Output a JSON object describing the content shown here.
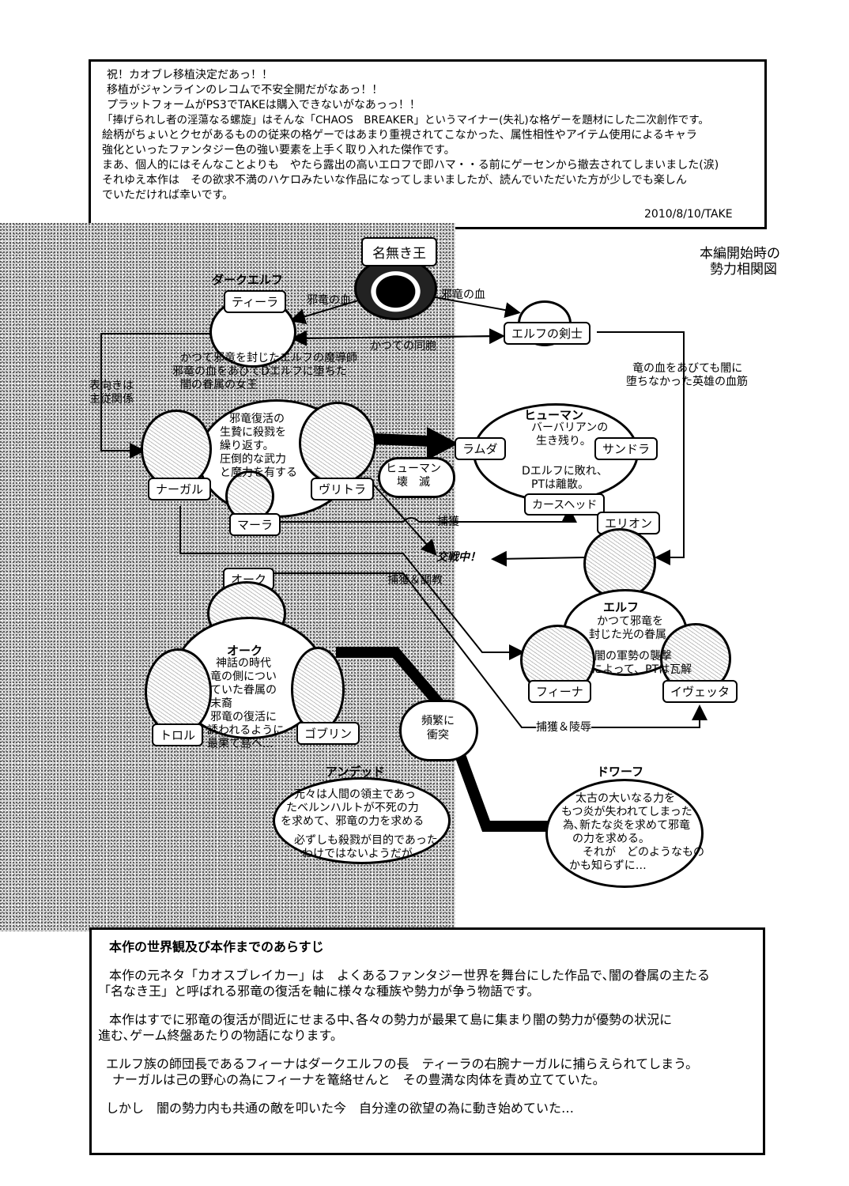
{
  "intro": {
    "lines": [
      "祝！カオブレ移植決定だあっ！！",
      "移植がジャンラインのレコムで不安全開だがなあっ！！",
      "プラットフォームがPS3でTAKEは購入できないがなあっっ！！",
      "「捧げられし者の淫蕩なる螺旋」はそんな「CHAOS　BREAKER」というマイナー(失礼)な格ゲーを題材にした二次創作です。",
      "絵柄がちょいとクセがあるものの従来の格ゲーではあまり重視されてこなかった、属性相性やアイテム使用によるキャラ",
      "強化といったファンタジー色の強い要素を上手く取り入れた傑作です。",
      "まあ、個人的にはそんなことよりも　やたら露出の高いエロフで即ハマ・・る前にゲーセンから撤去されてしまいました(涙)",
      "それゆえ本作は　その欲求不満のハケロみたいな作品になってしまいましたが、読んでいただいた方が少しでも楽しん",
      "でいただければ幸いです。"
    ],
    "signature": "2010/8/10/TAKE"
  },
  "diagram": {
    "title_line1": "本編開始時の",
    "title_line2": "勢力相関図",
    "king": {
      "name": "名無き王"
    },
    "dark_elf": {
      "heading": "ダークエルフ",
      "tiira": "ティーラ",
      "desc1": "かつて邪竜を封じたエルフの魔導師",
      "desc2": "邪竜の血をあびてDエルフに堕ちた",
      "desc3": "闇の眷属の女王"
    },
    "blood_left": "邪竜の血",
    "blood_right": "邪竜の血",
    "elf_swordsman": "エルフの剣士",
    "former_comrade": "かつての同胞",
    "nominal": {
      "line1": "表向きは",
      "line2": "主従関係"
    },
    "hero_blood": {
      "line1": "竜の血をあびても闇に",
      "line2": "堕ちなかった英雄の血筋"
    },
    "dragon_faction": {
      "desc1": "邪竜復活の",
      "desc2": "生贄に殺戮を",
      "desc3": "繰り返す。",
      "desc4": "圧倒的な武力",
      "desc5": "と魔力を有する",
      "naagaru": "ナーガル",
      "vritra": "ヴリトラ",
      "maara": "マーラ"
    },
    "human": {
      "heading": "ヒューマン",
      "desc1": "バーバリアンの",
      "desc2": "生き残り。",
      "ramuda": "ラムダ",
      "sandora": "サンドラ",
      "desc3": "Dエルフに敗れ、",
      "desc4": "PTは離散。",
      "curse": "カースヘッド"
    },
    "human_destroy": {
      "line1": "ヒューマン",
      "line2": "壊　滅"
    },
    "capture": "捕獲",
    "in_battle": "交戦中！",
    "capture_train": "捕獲＆調教",
    "capture_violate": "捕獲＆陵辱",
    "elf": {
      "elion": "エリオン",
      "heading": "エルフ",
      "desc1": "かつて邪竜を",
      "desc2": "封じた光の眷属",
      "desc3": "闇の軍勢の襲撃",
      "desc4": "によって、PTは瓦解",
      "fiina": "フィーナ",
      "ivetta": "イヴェッタ"
    },
    "orc": {
      "label": "オーク",
      "heading": "オーク",
      "desc1": "神話の時代",
      "desc2": "竜の側につい",
      "desc3": "ていた眷属の",
      "desc4": "末裔",
      "desc5": "邪竜の復活に",
      "desc6": "誘われるように",
      "desc7": "最果て島へ…",
      "troll": "トロル",
      "goblin": "ゴブリン"
    },
    "clash": {
      "line1": "頻繁に",
      "line2": "衝突"
    },
    "undead": {
      "heading": "アンデッド",
      "desc1": "元々は人間の領主であっ",
      "desc2": "たベルンハルトが不死の力",
      "desc3": "を求めて、邪竜の力を求める",
      "desc4": "必ずしも殺戮が目的であった",
      "desc5": "わけではないようだが…"
    },
    "dwarf": {
      "heading": "ドワーフ",
      "desc1": "太古の大いなる力を",
      "desc2": "もつ炎が失われてしまった",
      "desc3": "為､新たな炎を求めて邪竜",
      "desc4": "の力を求める。",
      "desc5": "それが　どのようなもの",
      "desc6": "かも知らずに…"
    }
  },
  "story": {
    "title": "本作の世界観及び本作までのあらすじ",
    "p1a": "本作の元ネタ「カオスブレイカー」は　よくあるファンタジー世界を舞台にした作品で､闇の眷属の主たる",
    "p1b": "「名なき王」と呼ばれる邪竜の復活を軸に様々な種族や勢力が争う物語です。",
    "p2a": "本作はすでに邪竜の復活が間近にせまる中､各々の勢力が最果て島に集まり闇の勢力が優勢の状況に",
    "p2b": "進む､ゲーム終盤あたりの物語になります。",
    "p3a": "エルフ族の師団長であるフィーナはダークエルフの長　ティーラの右腕ナーガルに捕らえられてしまう。",
    "p3b": "ナーガルは己の野心の為にフィーナを篭絡せんと　その豊満な肉体を責め立てていた。",
    "p4": "しかし　闇の勢力内も共通の敵を叩いた今　自分達の欲望の為に動き始めていた…"
  }
}
